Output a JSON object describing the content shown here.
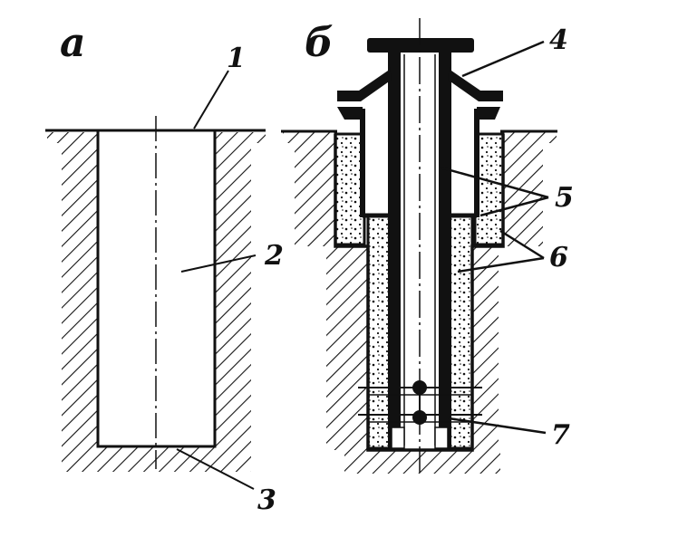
{
  "panels": {
    "a": {
      "label": "а"
    },
    "b": {
      "label": "б"
    }
  },
  "callouts": {
    "c1": "1",
    "c2": "2",
    "c3": "3",
    "c4": "4",
    "c5": "5",
    "c6": "6",
    "c7": "7"
  },
  "colors": {
    "ink": "#111111",
    "paper": "#ffffff"
  }
}
